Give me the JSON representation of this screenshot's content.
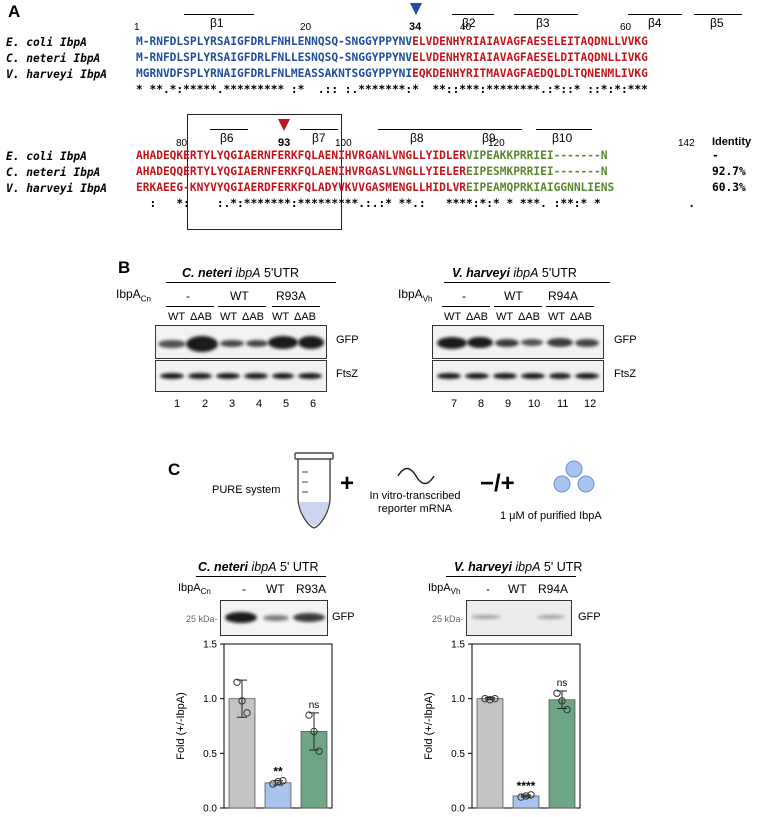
{
  "panel_a": {
    "letter": "A",
    "block1": {
      "numbers": [
        {
          "text": "1"
        },
        {
          "text": "20"
        },
        {
          "text": "34"
        },
        {
          "text": "40"
        },
        {
          "text": "60"
        }
      ],
      "strands": [
        "β1",
        "β2",
        "β3",
        "β4",
        "β5"
      ],
      "rows": [
        {
          "label": "E. coli IbpA",
          "blue": "M-RNFDLSPLYRSAIGFDRLFNHLENNQSQ-SNGGYPPYNV",
          "red": "ELVDENHYRIAIAVAGFAESELEITAQDNLLVVKG"
        },
        {
          "label": "C. neteri IbpA",
          "blue": "M-RNFDLSPLYRSAIGFDRLFNLLESNQSQ-SNGGYPPYNV",
          "red": "ELVDENHYRIAIAVAGFAESELDITAQDNLLIVKG"
        },
        {
          "label": "V. harveyi IbpA",
          "blue": "MGRNVDFSPLYRNAIGFDRLFNLMEASSAKNTSGGYPPYNI",
          "red": "EQKDENHYRITMAVAGFAEDQLDLTQNENMLIVKG"
        }
      ],
      "consensus": "* **.*:*****.********* :*  .:: :.*******:*  **::***:********.:*::* ::*:*:***"
    },
    "block2": {
      "numbers": [
        {
          "text": "80"
        },
        {
          "text": "93"
        },
        {
          "text": "100"
        },
        {
          "text": "120"
        },
        {
          "text": "142"
        }
      ],
      "strands": [
        "β6",
        "β7",
        "β8",
        "β9",
        "β10"
      ],
      "identity_header": "Identity",
      "rows": [
        {
          "label": "E. coli IbpA",
          "red": "AHADEQKERTYLYQGIAERNFERKFQLAENIHVRGANLVNGLLYIDLER",
          "green": "VIPEAKKPRRIEI-------N",
          "identity": "-"
        },
        {
          "label": "C. neteri IbpA",
          "red": "AHADEQQERTYLYQGIAERNFERKFQLAENIHVRGASLVNGLLYIELER",
          "green": "EIPESMKPRRIEI-------N",
          "identity": "92.7%"
        },
        {
          "label": "V. harveyi IbpA",
          "red": "ERKAEEG-KNYVYQGIAERDFERKFQLADYVKVVGASMENGLLHIDLVR",
          "green": "EIPEAMQPRKIAIGGNNLIENS",
          "identity": "60.3%"
        }
      ],
      "consensus": "  :   *:    :.*:*******:*********.:.:* **.:   ****:*:* * ***. :**:* *             ."
    }
  },
  "panel_b": {
    "letter": "B",
    "left": {
      "title_species": "C. neteri",
      "title_gene": "ibpA",
      "title_rest": " 5'UTR",
      "protein_label": "IbpA",
      "protein_sub": "Cn",
      "groups": [
        "-",
        "WT",
        "R93A"
      ],
      "lanes": [
        "WT",
        "ΔAB",
        "WT",
        "ΔAB",
        "WT",
        "ΔAB"
      ],
      "numbers": [
        "1",
        "2",
        "3",
        "4",
        "5",
        "6"
      ],
      "gfp": "GFP",
      "ftsz": "FtsZ"
    },
    "right": {
      "title_species": "V. harveyi",
      "title_gene": "ibpA",
      "title_rest": " 5'UTR",
      "protein_label": "IbpA",
      "protein_sub": "Vh",
      "groups": [
        "-",
        "WT",
        "R94A"
      ],
      "lanes": [
        "WT",
        "ΔAB",
        "WT",
        "ΔAB",
        "WT",
        "ΔAB"
      ],
      "numbers": [
        "7",
        "8",
        "9",
        "10",
        "11",
        "12"
      ],
      "gfp": "GFP",
      "ftsz": "FtsZ"
    }
  },
  "panel_c": {
    "letter": "C",
    "pure": "PURE system",
    "plus": "+",
    "mrna_line1": "In vitro-transcribed",
    "mrna_line2": "reporter mRNA",
    "minusplus": "−/+",
    "ibpa_text": "1 μM of purified IbpA",
    "left": {
      "title_species": "C. neteri",
      "title_gene": "ibpA",
      "title_rest": " 5' UTR",
      "protein_label": "IbpA",
      "protein_sub": "Cn",
      "groups": [
        "-",
        "WT",
        "R93A"
      ],
      "marker": "25 kDa-",
      "gfp": "GFP"
    },
    "right": {
      "title_species": "V. harveyi",
      "title_gene": "ibpA",
      "title_rest": " 5' UTR",
      "protein_label": "IbpA",
      "protein_sub": "Vh",
      "groups": [
        "-",
        "WT",
        "R94A"
      ],
      "marker": "25 kDa-",
      "gfp": "GFP"
    }
  },
  "chart_data": [
    {
      "type": "bar",
      "categories": [
        "-",
        "WT",
        "R93A"
      ],
      "values": [
        1.0,
        0.23,
        0.7
      ],
      "errors": [
        0.17,
        0.02,
        0.17
      ],
      "points": [
        [
          1.15,
          0.98,
          0.87
        ],
        [
          0.22,
          0.24,
          0.25
        ],
        [
          0.85,
          0.7,
          0.52
        ]
      ],
      "significance": [
        "",
        "**",
        "ns"
      ],
      "ylabel": "Fold (+/-IbpA)",
      "ylim": [
        0,
        1.5
      ],
      "yticks": [
        0.0,
        0.5,
        1.0,
        1.5
      ],
      "colors": [
        "#c4c4c4",
        "#a9c4ec",
        "#6ea585"
      ]
    },
    {
      "type": "bar",
      "categories": [
        "-",
        "WT",
        "R94A"
      ],
      "values": [
        1.0,
        0.11,
        0.99
      ],
      "errors": [
        0.01,
        0.01,
        0.08
      ],
      "points": [
        [
          1.0,
          0.99,
          1.0
        ],
        [
          0.1,
          0.11,
          0.12
        ],
        [
          1.05,
          0.98,
          0.9
        ]
      ],
      "significance": [
        "",
        "****",
        "ns"
      ],
      "ylabel": "Fold (+/-IbpA)",
      "ylim": [
        0,
        1.5
      ],
      "yticks": [
        0.0,
        0.5,
        1.0,
        1.5
      ],
      "colors": [
        "#c4c4c4",
        "#a9c4ec",
        "#6ea585"
      ]
    }
  ]
}
